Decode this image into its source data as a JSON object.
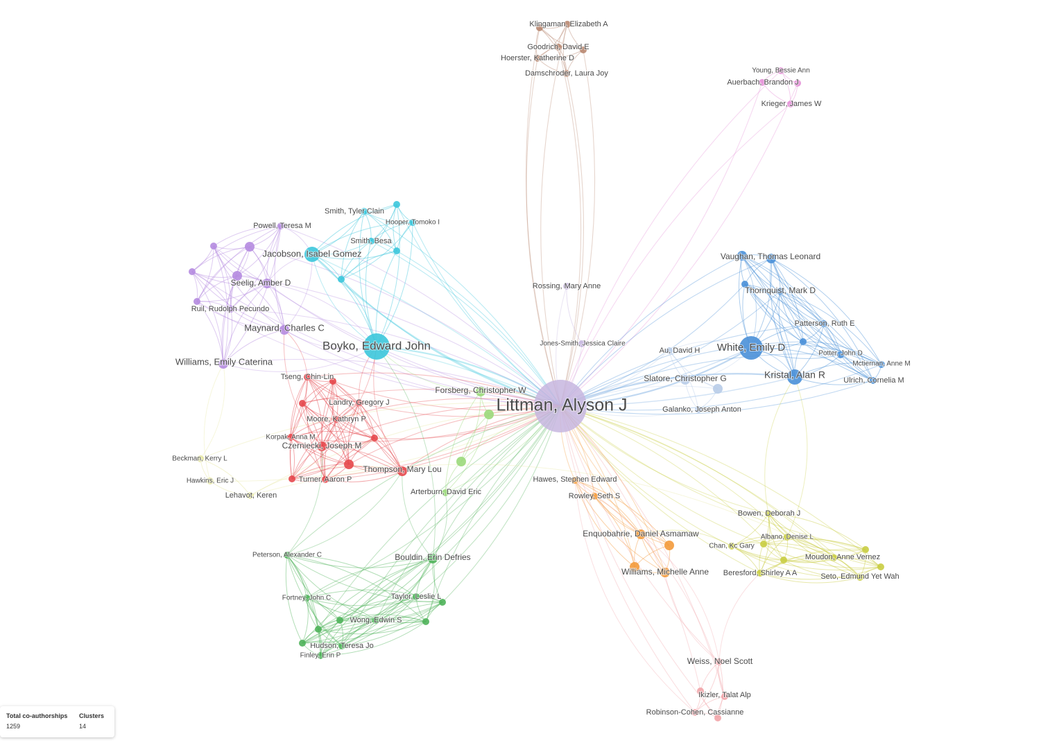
{
  "stats": {
    "coauthorships_label": "Total co-authorships",
    "coauthorships_value": "1259",
    "clusters_label": "Clusters",
    "clusters_value": "14"
  },
  "colors": {
    "center": "#c7b6df",
    "cyan": "#3cc6dc",
    "purple": "#b58be0",
    "red": "#e5484d",
    "green": "#4fb35a",
    "lightgreen": "#9bd97b",
    "blue": "#4a90d8",
    "lightblue": "#b8cce8",
    "orange": "#f39a3b",
    "yellow": "#c9cd42",
    "paleyellow": "#e4e59a",
    "pink": "#e690d8",
    "brown": "#b88770",
    "salmon": "#f2a4a8"
  },
  "center_node": "Littman, Alyson J",
  "nodes": [
    {
      "id": "littman",
      "label": "Littman, Alyson J",
      "cluster": "center",
      "weight": 10
    },
    {
      "id": "boyko",
      "label": "Boyko, Edward John",
      "cluster": "cyan",
      "weight": 5
    },
    {
      "id": "jacobson",
      "label": "Jacobson, Isabel Gomez",
      "cluster": "cyan",
      "weight": 3
    },
    {
      "id": "smith_tyler",
      "label": "Smith, Tyler Clain",
      "cluster": "cyan",
      "weight": 1
    },
    {
      "id": "hooper",
      "label": "Hooper, Tomoko I",
      "cluster": "cyan",
      "weight": 1
    },
    {
      "id": "smith_besa",
      "label": "Smith, Besa",
      "cluster": "cyan",
      "weight": 1
    },
    {
      "id": "cyan_a",
      "label": "",
      "cluster": "cyan",
      "weight": 1
    },
    {
      "id": "cyan_b",
      "label": "",
      "cluster": "cyan",
      "weight": 1
    },
    {
      "id": "cyan_c",
      "label": "",
      "cluster": "cyan",
      "weight": 1
    },
    {
      "id": "powell",
      "label": "Powell, Teresa M",
      "cluster": "purple",
      "weight": 1
    },
    {
      "id": "seelig",
      "label": "Seelig, Amber D",
      "cluster": "purple",
      "weight": 2
    },
    {
      "id": "ruil",
      "label": "Ruil, Rudolph Pecundo",
      "cluster": "purple",
      "weight": 1
    },
    {
      "id": "maynard",
      "label": "Maynard, Charles C",
      "cluster": "purple",
      "weight": 2
    },
    {
      "id": "williams_ec",
      "label": "Williams, Emily Caterina",
      "cluster": "purple",
      "weight": 2
    },
    {
      "id": "pur_a",
      "label": "",
      "cluster": "purple",
      "weight": 1
    },
    {
      "id": "pur_b",
      "label": "",
      "cluster": "purple",
      "weight": 2
    },
    {
      "id": "pur_c",
      "label": "",
      "cluster": "purple",
      "weight": 1
    },
    {
      "id": "pur_d",
      "label": "",
      "cluster": "purple",
      "weight": 2
    },
    {
      "id": "pur_e",
      "label": "",
      "cluster": "purple",
      "weight": 1
    },
    {
      "id": "tseng",
      "label": "Tseng, Chin-Lin",
      "cluster": "red",
      "weight": 1
    },
    {
      "id": "landry",
      "label": "Landry, Gregory J",
      "cluster": "red",
      "weight": 1
    },
    {
      "id": "moore",
      "label": "Moore, Kathryn P",
      "cluster": "red",
      "weight": 1
    },
    {
      "id": "korpak",
      "label": "Korpak, Anna M",
      "cluster": "red",
      "weight": 1
    },
    {
      "id": "czerniecki",
      "label": "Czerniecki, Joseph M",
      "cluster": "red",
      "weight": 2
    },
    {
      "id": "turner",
      "label": "Turner, Aaron P",
      "cluster": "red",
      "weight": 1
    },
    {
      "id": "thompson",
      "label": "Thompson, Mary Lou",
      "cluster": "red",
      "weight": 2
    },
    {
      "id": "red_a",
      "label": "",
      "cluster": "red",
      "weight": 1
    },
    {
      "id": "red_b",
      "label": "",
      "cluster": "red",
      "weight": 1
    },
    {
      "id": "red_c",
      "label": "",
      "cluster": "red",
      "weight": 1
    },
    {
      "id": "red_d",
      "label": "",
      "cluster": "red",
      "weight": 2
    },
    {
      "id": "red_e",
      "label": "",
      "cluster": "red",
      "weight": 1
    },
    {
      "id": "forsberg",
      "label": "Forsberg, Christopher W",
      "cluster": "lightgreen",
      "weight": 2
    },
    {
      "id": "lg_a",
      "label": "",
      "cluster": "lightgreen",
      "weight": 2
    },
    {
      "id": "lg_b",
      "label": "",
      "cluster": "lightgreen",
      "weight": 2
    },
    {
      "id": "arterburn",
      "label": "Arterburn, David Eric",
      "cluster": "lightgreen",
      "weight": 1
    },
    {
      "id": "bouldin",
      "label": "Bouldin, Erin Defries",
      "cluster": "green",
      "weight": 2
    },
    {
      "id": "taylor",
      "label": "Taylor, Leslie L",
      "cluster": "green",
      "weight": 1
    },
    {
      "id": "wong",
      "label": "Wong, Edwin S",
      "cluster": "green",
      "weight": 1
    },
    {
      "id": "fortney",
      "label": "Fortney, John C",
      "cluster": "green",
      "weight": 1
    },
    {
      "id": "hudson",
      "label": "Hudson, Teresa Jo",
      "cluster": "green",
      "weight": 1
    },
    {
      "id": "finley",
      "label": "Finley, Erin P",
      "cluster": "green",
      "weight": 1
    },
    {
      "id": "peterson",
      "label": "Peterson, Alexander C",
      "cluster": "green",
      "weight": 1
    },
    {
      "id": "gr_a",
      "label": "",
      "cluster": "green",
      "weight": 1
    },
    {
      "id": "gr_b",
      "label": "",
      "cluster": "green",
      "weight": 1
    },
    {
      "id": "gr_c",
      "label": "",
      "cluster": "green",
      "weight": 1
    },
    {
      "id": "gr_d",
      "label": "",
      "cluster": "green",
      "weight": 1
    },
    {
      "id": "gr_e",
      "label": "",
      "cluster": "green",
      "weight": 1
    },
    {
      "id": "beckman",
      "label": "Beckman, Kerry L",
      "cluster": "paleyellow",
      "weight": 1
    },
    {
      "id": "hawkins",
      "label": "Hawkins, Eric J",
      "cluster": "paleyellow",
      "weight": 1
    },
    {
      "id": "lehavot",
      "label": "Lehavot, Keren",
      "cluster": "paleyellow",
      "weight": 1
    },
    {
      "id": "rossing",
      "label": "Rossing, Mary Anne",
      "cluster": "center",
      "weight": 1
    },
    {
      "id": "jones_smith",
      "label": "Jones-Smith, Jessica Claire",
      "cluster": "center",
      "weight": 1
    },
    {
      "id": "klingaman",
      "label": "Klingaman, Elizabeth A",
      "cluster": "brown",
      "weight": 1
    },
    {
      "id": "goodrich",
      "label": "Goodrich, David E",
      "cluster": "brown",
      "weight": 1
    },
    {
      "id": "hoerster",
      "label": "Hoerster, Katherine D",
      "cluster": "brown",
      "weight": 1
    },
    {
      "id": "damschroder",
      "label": "Damschroder, Laura Joy",
      "cluster": "brown",
      "weight": 1
    },
    {
      "id": "br_a",
      "label": "",
      "cluster": "brown",
      "weight": 1
    },
    {
      "id": "br_b",
      "label": "",
      "cluster": "brown",
      "weight": 1
    },
    {
      "id": "young",
      "label": "Young, Bessie Ann",
      "cluster": "pink",
      "weight": 1
    },
    {
      "id": "auerbach",
      "label": "Auerbach, Brandon J",
      "cluster": "pink",
      "weight": 1
    },
    {
      "id": "krieger",
      "label": "Krieger, James W",
      "cluster": "pink",
      "weight": 1
    },
    {
      "id": "pk_a",
      "label": "",
      "cluster": "pink",
      "weight": 1
    },
    {
      "id": "vaughan",
      "label": "Vaughan, Thomas Leonard",
      "cluster": "blue",
      "weight": 2
    },
    {
      "id": "thornquist",
      "label": "Thornquist, Mark D",
      "cluster": "blue",
      "weight": 1
    },
    {
      "id": "patterson",
      "label": "Patterson, Ruth E",
      "cluster": "blue",
      "weight": 1
    },
    {
      "id": "white",
      "label": "White, Emily D",
      "cluster": "blue",
      "weight": 4
    },
    {
      "id": "potter",
      "label": "Potter, John D",
      "cluster": "blue",
      "weight": 1
    },
    {
      "id": "mctiernan",
      "label": "Mctiernan, Anne M",
      "cluster": "blue",
      "weight": 1
    },
    {
      "id": "kristal",
      "label": "Kristal, Alan R",
      "cluster": "blue",
      "weight": 3
    },
    {
      "id": "ulrich",
      "label": "Ulrich, Cornelia M",
      "cluster": "blue",
      "weight": 1
    },
    {
      "id": "bl_a",
      "label": "",
      "cluster": "blue",
      "weight": 2
    },
    {
      "id": "bl_b",
      "label": "",
      "cluster": "blue",
      "weight": 1
    },
    {
      "id": "bl_c",
      "label": "",
      "cluster": "blue",
      "weight": 1
    },
    {
      "id": "au",
      "label": "Au, David H",
      "cluster": "lightblue",
      "weight": 1
    },
    {
      "id": "slatore",
      "label": "Slatore, Christopher G",
      "cluster": "lightblue",
      "weight": 2
    },
    {
      "id": "galanko",
      "label": "Galanko, Joseph Anton",
      "cluster": "lightblue",
      "weight": 1
    },
    {
      "id": "lb_a",
      "label": "",
      "cluster": "lightblue",
      "weight": 2
    },
    {
      "id": "hawes",
      "label": "Hawes, Stephen Edward",
      "cluster": "orange",
      "weight": 1
    },
    {
      "id": "rowley",
      "label": "Rowley, Seth S",
      "cluster": "orange",
      "weight": 1
    },
    {
      "id": "enquobahrie",
      "label": "Enquobahrie, Daniel Asmamaw",
      "cluster": "orange",
      "weight": 2
    },
    {
      "id": "williams_ma",
      "label": "Williams, Michelle Anne",
      "cluster": "orange",
      "weight": 2
    },
    {
      "id": "or_a",
      "label": "",
      "cluster": "orange",
      "weight": 2
    },
    {
      "id": "or_b",
      "label": "",
      "cluster": "orange",
      "weight": 2
    },
    {
      "id": "bowen",
      "label": "Bowen, Deborah J",
      "cluster": "yellow",
      "weight": 1
    },
    {
      "id": "albano",
      "label": "Albano, Denise L",
      "cluster": "yellow",
      "weight": 1
    },
    {
      "id": "chan",
      "label": "Chan, Kc Gary",
      "cluster": "yellow",
      "weight": 1
    },
    {
      "id": "moudon",
      "label": "Moudon, Anne Vernez",
      "cluster": "yellow",
      "weight": 1
    },
    {
      "id": "beresford",
      "label": "Beresford, Shirley A A",
      "cluster": "yellow",
      "weight": 1
    },
    {
      "id": "seto",
      "label": "Seto, Edmund Yet Wah",
      "cluster": "yellow",
      "weight": 1
    },
    {
      "id": "ye_a",
      "label": "",
      "cluster": "yellow",
      "weight": 1
    },
    {
      "id": "ye_b",
      "label": "",
      "cluster": "yellow",
      "weight": 1
    },
    {
      "id": "ye_c",
      "label": "",
      "cluster": "yellow",
      "weight": 1
    },
    {
      "id": "ye_d",
      "label": "",
      "cluster": "yellow",
      "weight": 1
    },
    {
      "id": "weiss",
      "label": "Weiss, Noel Scott",
      "cluster": "salmon",
      "weight": 1
    },
    {
      "id": "ikizler",
      "label": "Ikizler, Talat Alp",
      "cluster": "salmon",
      "weight": 1
    },
    {
      "id": "robinson",
      "label": "Robinson-Cohen, Cassianne",
      "cluster": "salmon",
      "weight": 1
    },
    {
      "id": "sa_a",
      "label": "",
      "cluster": "salmon",
      "weight": 1
    },
    {
      "id": "sa_b",
      "label": "",
      "cluster": "salmon",
      "weight": 1
    }
  ]
}
